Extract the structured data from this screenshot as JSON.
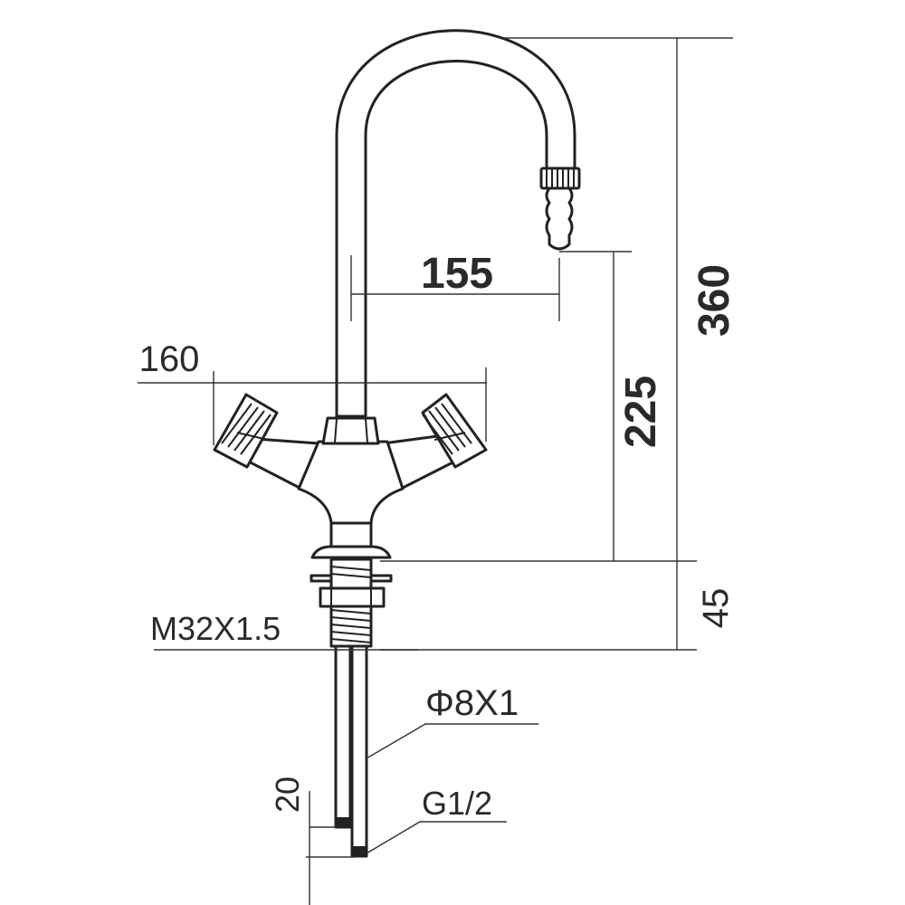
{
  "dimensions": {
    "total_height": "360",
    "spout_reach": "155",
    "outlet_height": "225",
    "handle_span": "160",
    "shank_length": "45",
    "thread_spec": "M32X1.5",
    "tube_spec": "Φ8X1",
    "tube_end_length": "20",
    "connection_spec": "G1/2"
  },
  "colors": {
    "line": "#222222",
    "dimension_line": "#333333",
    "text": "#2a2a2a",
    "background": "#ffffff"
  }
}
